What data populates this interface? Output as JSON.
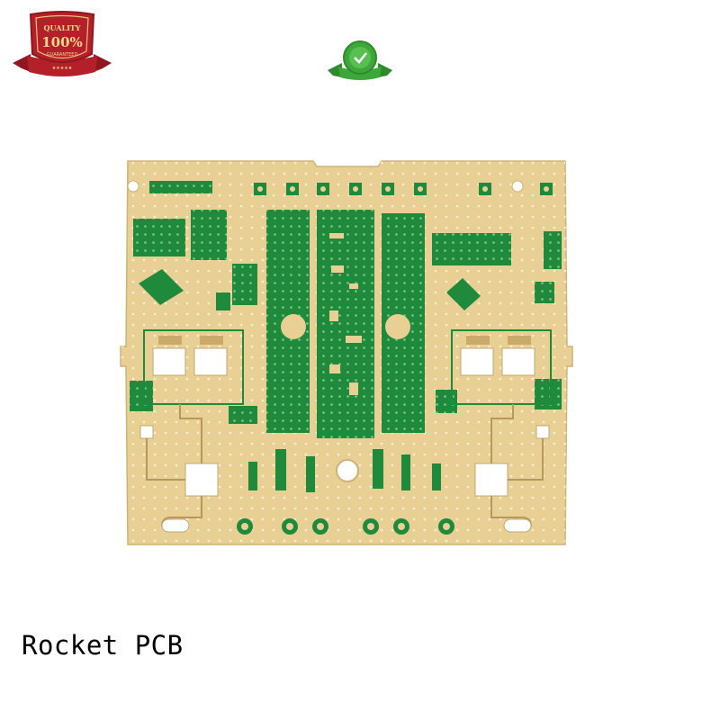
{
  "brand": {
    "name": "Rocket PCB"
  },
  "badges": {
    "quality": {
      "line1": "QUALITY",
      "line2": "100%",
      "line3": "GUARANTEED",
      "stars": "★★★★★"
    }
  },
  "colors": {
    "board": "#e8cf93",
    "copper_green": "#1f8a3c",
    "pad_white": "#ffffff",
    "badge_red": "#b3202a",
    "badge_gold": "#e8c27a",
    "badge_green": "#3da83a"
  },
  "product": {
    "image": "rf-pcb-board"
  }
}
